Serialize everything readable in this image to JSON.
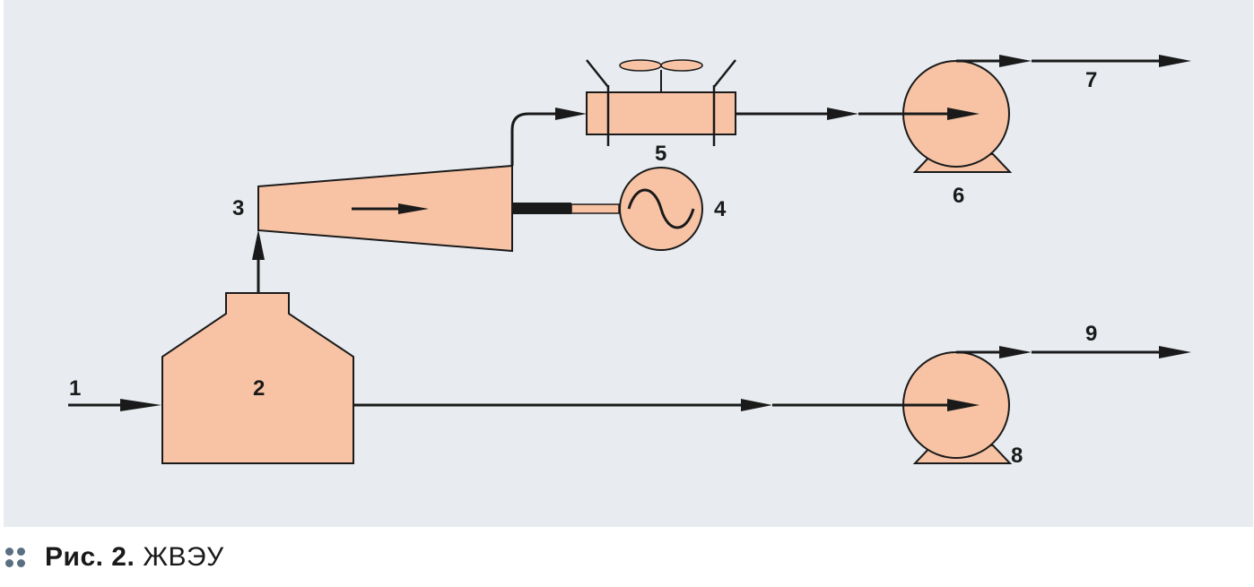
{
  "colors": {
    "background": "#e8ecf1",
    "fill": "#f7c3a4",
    "stroke": "#1a1a1a",
    "bullet": "#5b6f82"
  },
  "labels": {
    "n1": "1",
    "n2": "2",
    "n3": "3",
    "n4": "4",
    "n5": "5",
    "n6": "6",
    "n7": "7",
    "n8": "8",
    "n9": "9"
  },
  "caption": {
    "prefix": "Рис. 2.",
    "title": "ЖВЭУ"
  }
}
